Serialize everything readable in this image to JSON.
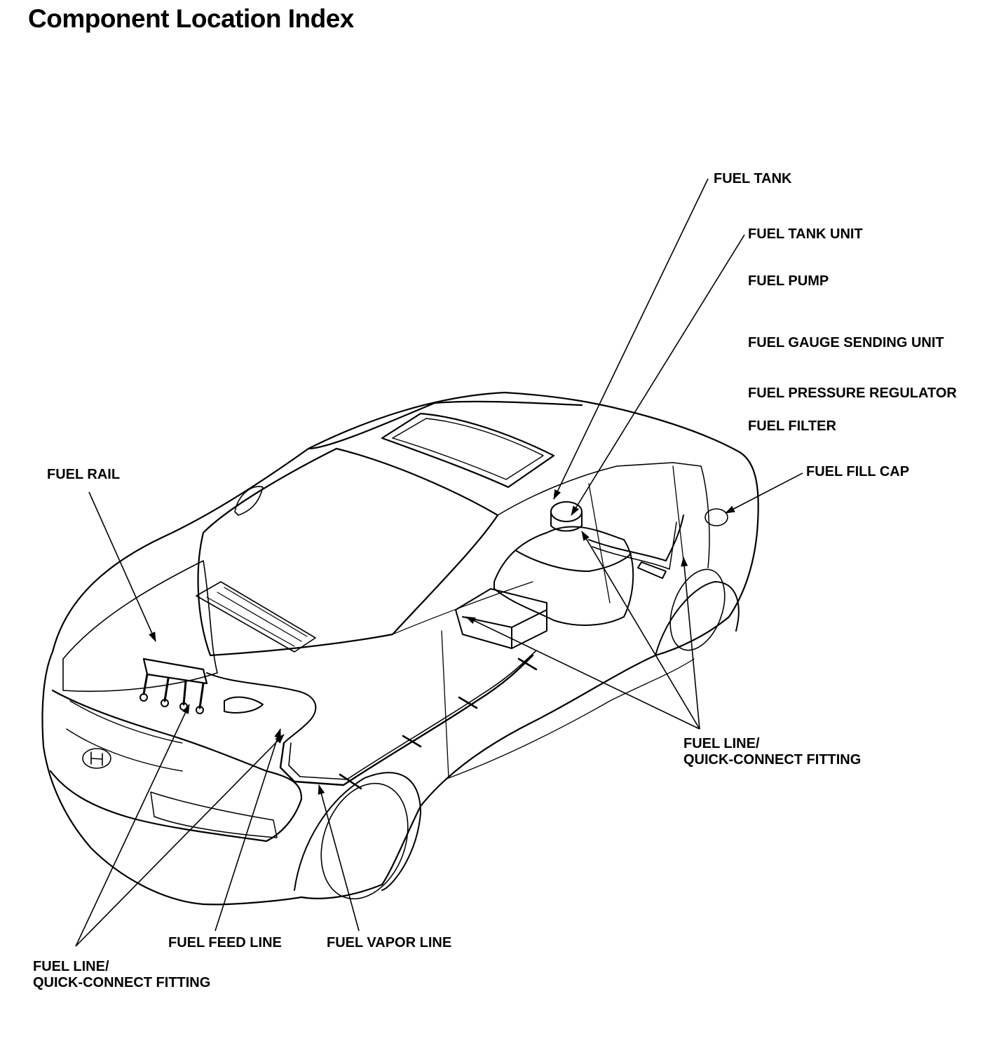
{
  "page": {
    "title": "Component Location Index"
  },
  "labels": {
    "fuel_tank": "FUEL TANK",
    "fuel_tank_unit": "FUEL TANK UNIT",
    "fuel_pump": "FUEL PUMP",
    "fuel_gauge_sending_unit": "FUEL GAUGE SENDING UNIT",
    "fuel_pressure_regulator": "FUEL PRESSURE REGULATOR",
    "fuel_filter": "FUEL FILTER",
    "fuel_fill_cap": "FUEL FILL CAP",
    "fuel_rail": "FUEL RAIL",
    "fuel_line_rear_1": "FUEL LINE/",
    "fuel_line_rear_2": "QUICK-CONNECT FITTING",
    "fuel_feed_line": "FUEL FEED LINE",
    "fuel_vapor_line": "FUEL VAPOR LINE",
    "fuel_line_front_1": "FUEL LINE/",
    "fuel_line_front_2": "QUICK-CONNECT FITTING"
  },
  "colors": {
    "ink": "#000000",
    "paper": "#ffffff"
  }
}
